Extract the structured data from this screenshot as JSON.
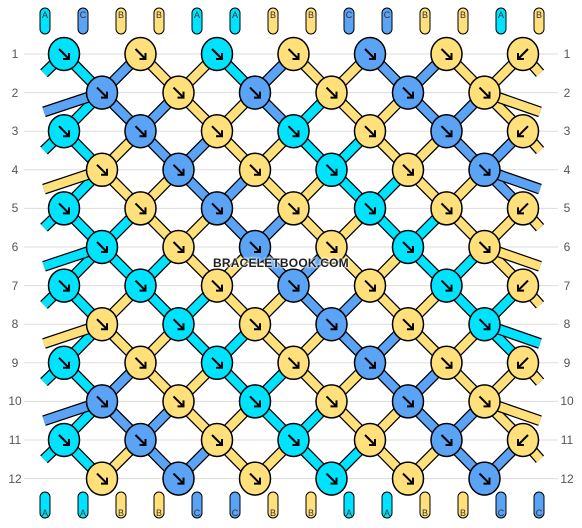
{
  "pattern": {
    "top_labels": [
      "A",
      "C",
      "B",
      "B",
      "A",
      "A",
      "B",
      "B",
      "C",
      "C",
      "B",
      "B",
      "A",
      "B"
    ],
    "bottom_labels": [
      "A",
      "A",
      "B",
      "B",
      "C",
      "C",
      "B",
      "B",
      "A",
      "A",
      "B",
      "B",
      "C",
      "C"
    ],
    "row_labels": [
      "1",
      "2",
      "3",
      "4",
      "5",
      "6",
      "7",
      "8",
      "9",
      "10",
      "11",
      "12"
    ],
    "colors": {
      "A": "#00e3ff",
      "B": "#ffe07a",
      "C": "#5ba3f5",
      "outline": "#000000",
      "grid": "#dddddd"
    },
    "watermark": "BRACELETBOOK.COM",
    "knot_rows": [
      {
        "colors": [
          "A",
          "B",
          "A",
          "B",
          "C",
          "B",
          "B"
        ],
        "arrows": [
          "R",
          "R",
          "R",
          "R",
          "R",
          "R",
          "L"
        ]
      },
      {
        "colors": [
          "C",
          "B",
          "C",
          "B",
          "C",
          "B"
        ],
        "arrows": [
          "R",
          "R",
          "R",
          "R",
          "R",
          "R"
        ]
      },
      {
        "colors": [
          "A",
          "C",
          "B",
          "A",
          "B",
          "C",
          "B"
        ],
        "arrows": [
          "R",
          "R",
          "R",
          "R",
          "R",
          "R",
          "L"
        ]
      },
      {
        "colors": [
          "B",
          "C",
          "B",
          "A",
          "B",
          "C"
        ],
        "arrows": [
          "R",
          "R",
          "R",
          "R",
          "R",
          "R"
        ]
      },
      {
        "colors": [
          "A",
          "B",
          "C",
          "B",
          "A",
          "B",
          "B"
        ],
        "arrows": [
          "R",
          "R",
          "R",
          "R",
          "R",
          "R",
          "L"
        ]
      },
      {
        "colors": [
          "A",
          "B",
          "C",
          "B",
          "A",
          "B"
        ],
        "arrows": [
          "R",
          "R",
          "R",
          "R",
          "R",
          "R"
        ]
      },
      {
        "colors": [
          "A",
          "A",
          "B",
          "C",
          "B",
          "A",
          "B"
        ],
        "arrows": [
          "R",
          "R",
          "R",
          "R",
          "R",
          "R",
          "L"
        ]
      },
      {
        "colors": [
          "B",
          "A",
          "B",
          "C",
          "B",
          "A"
        ],
        "arrows": [
          "R",
          "R",
          "R",
          "R",
          "R",
          "R"
        ]
      },
      {
        "colors": [
          "A",
          "B",
          "A",
          "B",
          "C",
          "B",
          "B"
        ],
        "arrows": [
          "R",
          "R",
          "R",
          "R",
          "R",
          "R",
          "L"
        ]
      },
      {
        "colors": [
          "C",
          "B",
          "A",
          "B",
          "C",
          "B"
        ],
        "arrows": [
          "R",
          "R",
          "R",
          "R",
          "R",
          "R"
        ]
      },
      {
        "colors": [
          "A",
          "C",
          "B",
          "A",
          "B",
          "C",
          "B"
        ],
        "arrows": [
          "R",
          "R",
          "R",
          "R",
          "R",
          "R",
          "L"
        ]
      },
      {
        "colors": [
          "B",
          "C",
          "B",
          "A",
          "B",
          "C"
        ],
        "arrows": [
          "R",
          "R",
          "R",
          "R",
          "R",
          "R"
        ]
      }
    ]
  }
}
